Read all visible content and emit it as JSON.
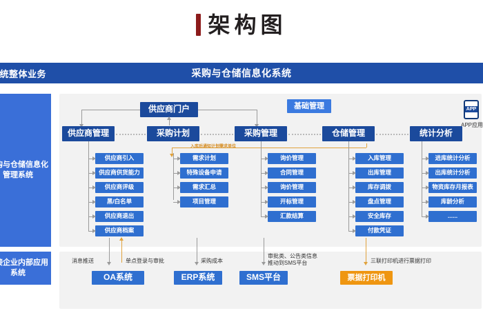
{
  "title": {
    "text": "架构图",
    "accent_color": "#8c1b1b"
  },
  "header": {
    "left_label": "系统整体业务",
    "center_label": "采购与仓储信息化系统",
    "background": "#1f4fa8"
  },
  "sidebar": {
    "items": [
      {
        "label": "采购与仓储信息化管理系统"
      },
      {
        "label": "对接企业内部应用系统"
      }
    ],
    "background": "#3a6fd8"
  },
  "diagram": {
    "portal": {
      "label": "供应商门户"
    },
    "basic_management": {
      "label": "基础管理"
    },
    "app_entry": {
      "icon_text": "APP",
      "label": "APP应用"
    },
    "flow_note": {
      "label": "入库后通知计划需求单位",
      "color": "#d58b20"
    },
    "columns": [
      {
        "header": "供应商管理",
        "items": [
          "供应商引入",
          "供应商供货能力",
          "供应商评级",
          "黑/白名单",
          "供应商退出",
          "供应商档案"
        ]
      },
      {
        "header": "采购计划",
        "items": [
          "需求计划",
          "特殊设备申请",
          "需求汇总",
          "项目管理"
        ]
      },
      {
        "header": "采购管理",
        "items": [
          "询价管理",
          "合同管理",
          "询价管理",
          "开标管理",
          "汇款结算"
        ]
      },
      {
        "header": "仓储管理",
        "items": [
          "入库管理",
          "出库管理",
          "库存调拨",
          "盘点管理",
          "安全库存",
          "付款凭证"
        ]
      },
      {
        "header": "统计分析",
        "items": [
          "进库统计分析",
          "出库统计分析",
          "物资库存月报表",
          "库龄分析",
          "......"
        ]
      }
    ],
    "integrations": [
      {
        "system": "OA系统",
        "captions": [
          "消息推送",
          "单点登录与审批"
        ],
        "color": "#2f6fd0"
      },
      {
        "system": "ERP系统",
        "captions": [
          "采购成本"
        ],
        "color": "#2f6fd0"
      },
      {
        "system": "SMS平台",
        "captions": [
          "审批类、公告类信息",
          "推动到SMS平台"
        ],
        "color": "#2f6fd0"
      },
      {
        "system": "票据打印机",
        "captions": [
          "三联打印机进行票据打印"
        ],
        "color": "#ef9611"
      }
    ]
  }
}
